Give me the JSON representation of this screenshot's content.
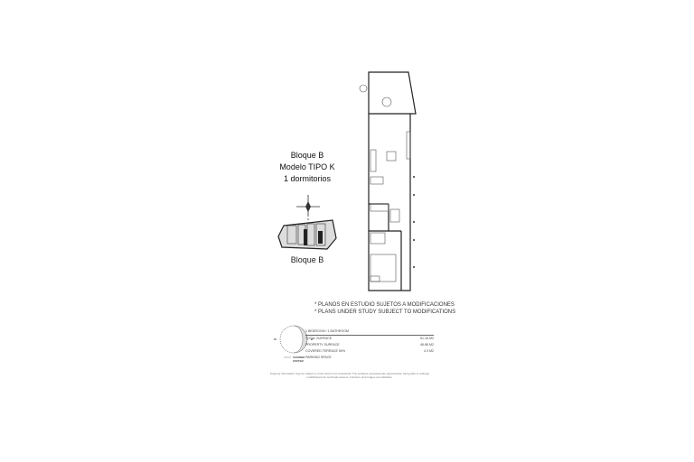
{
  "header": {
    "block": "Bloque B",
    "model": "Modelo TIPO K",
    "bedrooms": "1 dormitorios"
  },
  "key_plan": {
    "label": "Bloque B",
    "compass": {
      "n": "N",
      "s": "S",
      "e": "E",
      "w": "W"
    }
  },
  "notes": [
    "* PLANOS EN ESTUDIO SUJETOS A MODIFICACIONES",
    "* PLANS UNDER STUDY SUBJECT TO MODIFICATIONS"
  ],
  "sun_diagram": {
    "legend": [
      "SUMMER",
      "WINTER"
    ],
    "w": "W",
    "e": "E"
  },
  "surfaces": {
    "heading": "1 BEDROOM / 1 BATHROOM",
    "rows": [
      {
        "label": "TOTAL SURFACE",
        "value": "51.16 M2"
      },
      {
        "label": "PROPERTY SURFACE",
        "value": "46.86 M2"
      },
      {
        "label": "COVERED TERRACE 50%",
        "value": "4.3 M2"
      },
      {
        "label": "PARKING SPACE",
        "value": ""
      }
    ]
  },
  "footer": "Property information may be subject to errors and is not contractual. The surfaces expressed are approximate, being able to undergo modifications for technical reasons. Furniture and images are indicative."
}
